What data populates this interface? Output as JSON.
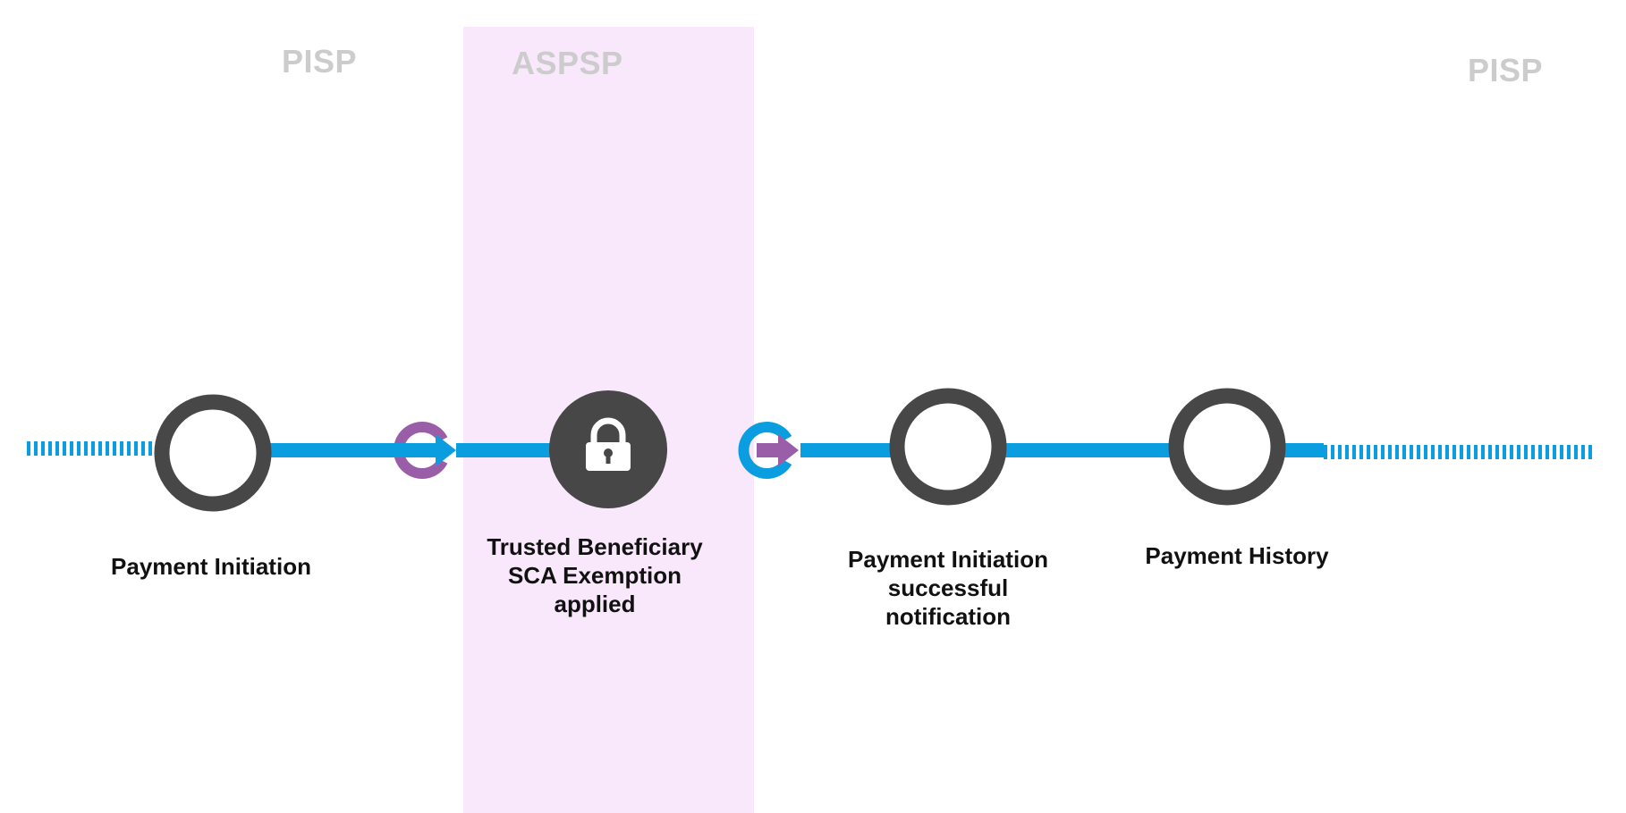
{
  "zones": [
    {
      "id": "pisp-left",
      "label": "PISP"
    },
    {
      "id": "aspsp",
      "label": "ASPSP",
      "background": "#f9e8fc"
    },
    {
      "id": "pisp-right",
      "label": "PISP"
    }
  ],
  "steps": [
    {
      "id": "payment-initiation",
      "lines": [
        "Payment Initiation"
      ],
      "icon": "empty-circle"
    },
    {
      "id": "trusted-beneficiary",
      "lines": [
        "Trusted Beneficiary",
        "SCA Exemption",
        "applied"
      ],
      "icon": "lock-icon"
    },
    {
      "id": "payment-initiation-notification",
      "lines": [
        "Payment Initiation",
        "successful",
        "notification"
      ],
      "icon": "empty-circle"
    },
    {
      "id": "payment-history",
      "lines": [
        "Payment History"
      ],
      "icon": "empty-circle"
    }
  ],
  "colors": {
    "track": "#0a9ee0",
    "node": "#474747",
    "handoff_purple": "#9a5ea8",
    "zone_label": "#cccccc",
    "aspsp_background": "#f9e8fc"
  }
}
